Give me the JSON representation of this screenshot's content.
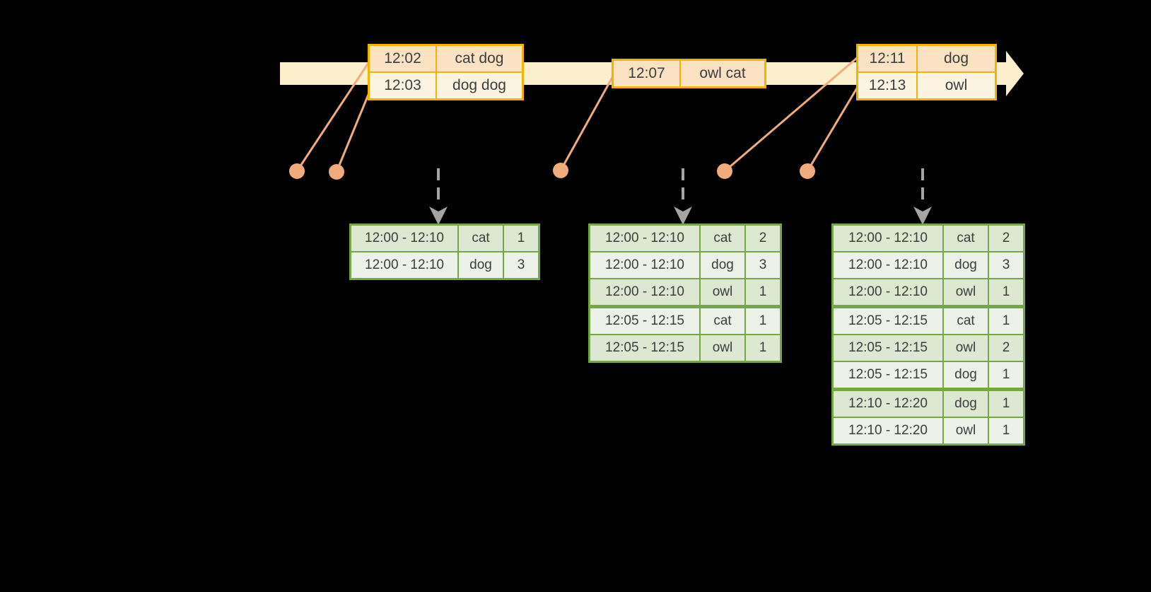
{
  "palette": {
    "canvas": "#000000",
    "band": "#FBF0CB",
    "gold": "#F2B200",
    "peach": "#FAE2C3",
    "peach-light": "#FDF3E1",
    "salmon": "#F1AC7C",
    "green": "#74A845",
    "green-dark": "#DCE8D2",
    "green-light": "#EDF2E8",
    "arrow-gray": "#A5A5A5",
    "ink": "#3D3D3D"
  },
  "event_tables": [
    {
      "rows": [
        {
          "time": "12:02",
          "words": "cat dog"
        },
        {
          "time": "12:03",
          "words": "dog dog"
        }
      ]
    },
    {
      "rows": [
        {
          "time": "12:07",
          "words": "owl cat"
        }
      ]
    },
    {
      "rows": [
        {
          "time": "12:11",
          "words": "dog"
        },
        {
          "time": "12:13",
          "words": "owl"
        }
      ]
    }
  ],
  "result_tables": [
    {
      "rows": [
        {
          "window": "12:00 - 12:10",
          "word": "cat",
          "count": "1"
        },
        {
          "window": "12:00 - 12:10",
          "word": "dog",
          "count": "3"
        }
      ]
    },
    {
      "rows": [
        {
          "window": "12:00 - 12:10",
          "word": "cat",
          "count": "2"
        },
        {
          "window": "12:00 - 12:10",
          "word": "dog",
          "count": "3"
        },
        {
          "window": "12:00 - 12:10",
          "word": "owl",
          "count": "1"
        },
        {
          "window": "12:05 - 12:15",
          "word": "cat",
          "count": "1"
        },
        {
          "window": "12:05 - 12:15",
          "word": "owl",
          "count": "1"
        }
      ]
    },
    {
      "rows": [
        {
          "window": "12:00 - 12:10",
          "word": "cat",
          "count": "2"
        },
        {
          "window": "12:00 - 12:10",
          "word": "dog",
          "count": "3"
        },
        {
          "window": "12:00 - 12:10",
          "word": "owl",
          "count": "1"
        },
        {
          "window": "12:05 - 12:15",
          "word": "cat",
          "count": "1"
        },
        {
          "window": "12:05 - 12:15",
          "word": "owl",
          "count": "2"
        },
        {
          "window": "12:05 - 12:15",
          "word": "dog",
          "count": "1"
        },
        {
          "window": "12:10 - 12:20",
          "word": "dog",
          "count": "1"
        },
        {
          "window": "12:10 - 12:20",
          "word": "owl",
          "count": "1"
        }
      ]
    }
  ]
}
